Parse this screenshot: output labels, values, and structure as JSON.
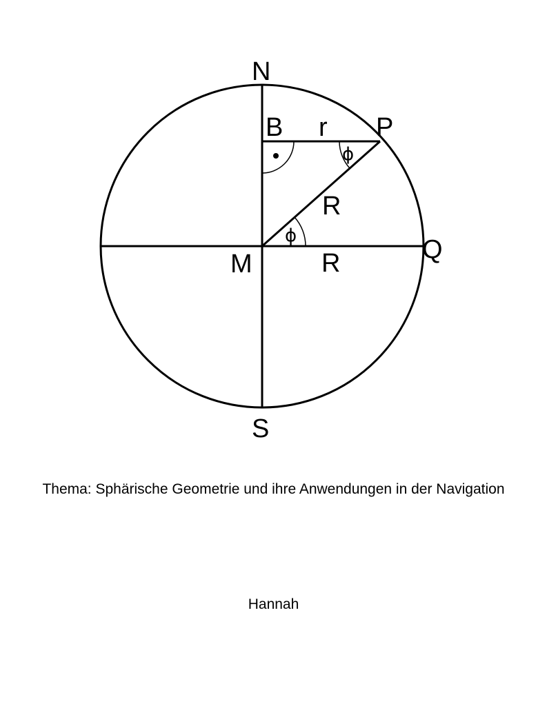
{
  "diagram": {
    "labels": {
      "N": "N",
      "S": "S",
      "M": "M",
      "Q": "Q",
      "B": "B",
      "P": "P",
      "r": "r",
      "R_hyp": "R",
      "R_base": "R",
      "phi_M": "ϕ",
      "phi_P": "ϕ"
    },
    "angle_deg": 40,
    "stroke_color": "#000000"
  },
  "title": "Thema: Sphärische Geometrie und ihre Anwendungen in der Navigation",
  "author": "Hannah"
}
